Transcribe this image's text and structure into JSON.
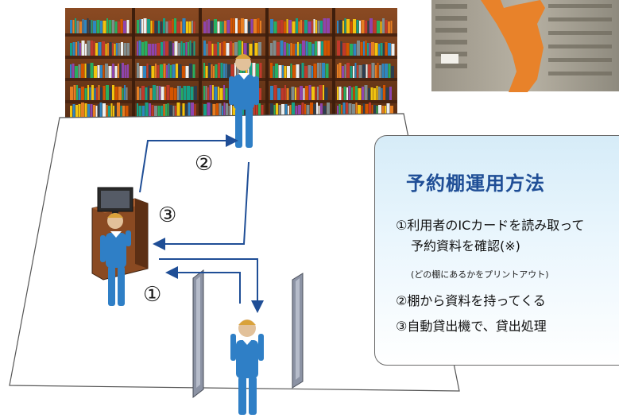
{
  "title": "予約棚運用方法",
  "steps": [
    "①利用者のICカードを読み取って",
    "予約資料を確認(※)",
    "(どの棚にあるかをプリントアウト)",
    "②棚から資料を持ってくる",
    "③自動貸出機で、貸出処理"
  ],
  "labels": {
    "step1": "①",
    "step2": "②",
    "step3": "③"
  },
  "colors": {
    "arrow": "#1f4e96",
    "title": "#1f4e96",
    "shelf_wood": "#6b3a1c",
    "figure_body": "#2f7fc6",
    "floor": "#ffffff",
    "photo_figure": "#e8822a"
  }
}
